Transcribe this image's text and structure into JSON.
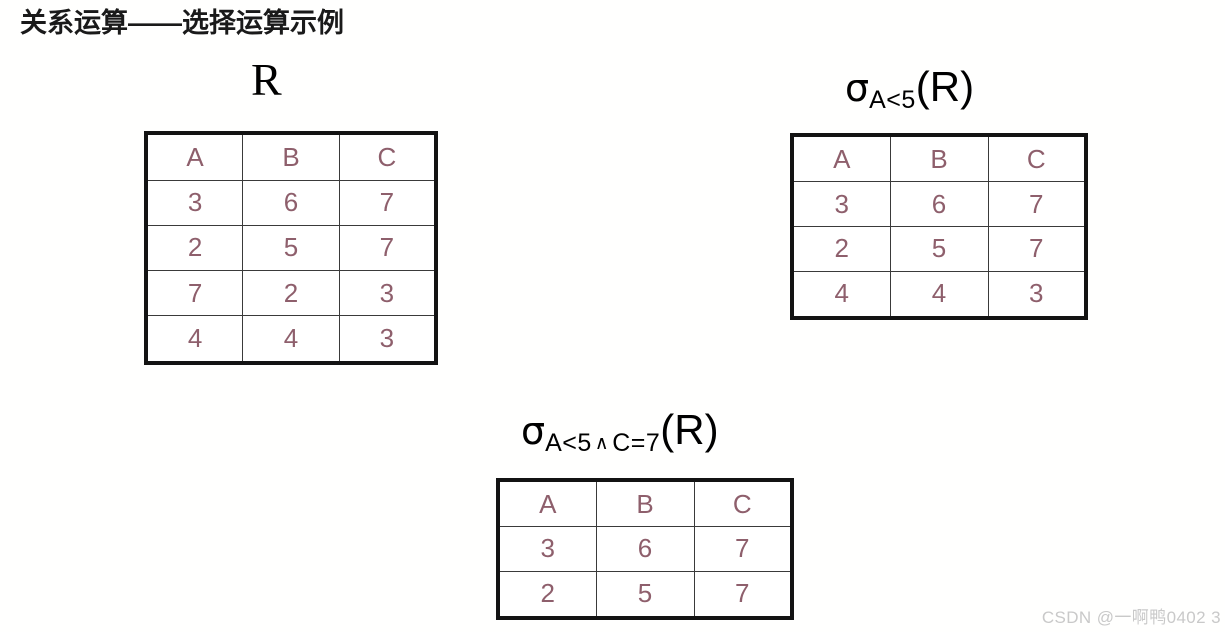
{
  "slide": {
    "title": "关系运算——选择运算示例",
    "background_color": "#fffffe",
    "text_color": "#1a1a1a",
    "cell_text_color": "#8e5f6c",
    "border_color": "#131313"
  },
  "tables": [
    {
      "id": "relation-r",
      "caption": {
        "kind": "plain",
        "text": "R"
      },
      "columns": [
        "A",
        "B",
        "C"
      ],
      "rows": [
        [
          "3",
          "6",
          "7"
        ],
        [
          "2",
          "5",
          "7"
        ],
        [
          "7",
          "2",
          "3"
        ],
        [
          "4",
          "4",
          "3"
        ]
      ]
    },
    {
      "id": "selection-a-lt-5",
      "caption": {
        "kind": "sigma",
        "operator": "σ",
        "subscript": "A<5",
        "argument": "(R)"
      },
      "columns": [
        "A",
        "B",
        "C"
      ],
      "rows": [
        [
          "3",
          "6",
          "7"
        ],
        [
          "2",
          "5",
          "7"
        ],
        [
          "4",
          "4",
          "3"
        ]
      ]
    },
    {
      "id": "selection-a-lt-5-and-c-eq-7",
      "caption": {
        "kind": "sigma-compound",
        "operator": "σ",
        "subscript_left": "A<5",
        "connective": "∧",
        "subscript_right": "C=7",
        "argument": "(R)"
      },
      "columns": [
        "A",
        "B",
        "C"
      ],
      "rows": [
        [
          "3",
          "6",
          "7"
        ],
        [
          "2",
          "5",
          "7"
        ]
      ]
    }
  ],
  "watermark": {
    "text": "CSDN @一啊鸭0402  3"
  }
}
